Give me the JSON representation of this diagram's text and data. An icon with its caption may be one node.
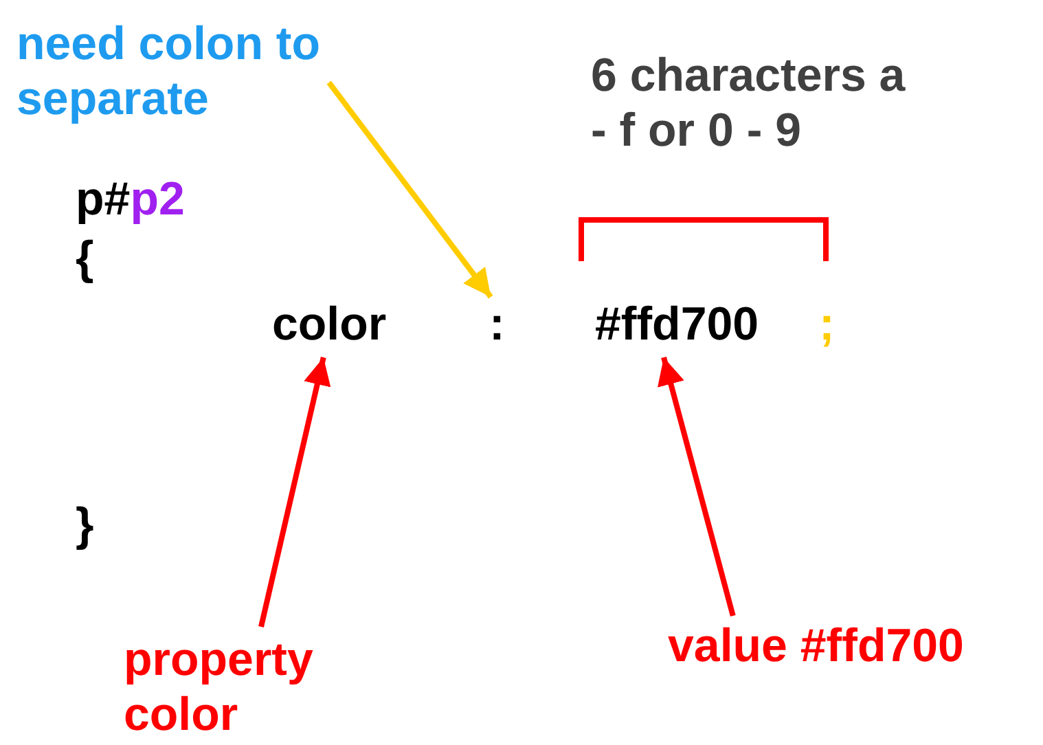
{
  "diagram": {
    "nodes": [
      {
        "text": [
          "need colon to separate"
        ]
      },
      {
        "text": [
          ":"
        ]
      },
      {
        "text": [
          "color"
        ]
      },
      {
        "text": [
          "property color"
        ]
      },
      {
        "text": [
          "#ffd700"
        ]
      },
      {
        "text": [
          "value #ffd700"
        ]
      }
    ],
    "edges": [
      {
        "from": 0,
        "to": 1,
        "arrow": "to",
        "color": "#ffcc00"
      },
      {
        "from": 3,
        "to": 2,
        "arrow": "to"
      },
      {
        "from": 5,
        "to": 4,
        "arrow": "to"
      }
    ],
    "labels": [
      "6 characters a - f or 0 - 9",
      "p#p2",
      "{",
      ";",
      "}"
    ]
  }
}
